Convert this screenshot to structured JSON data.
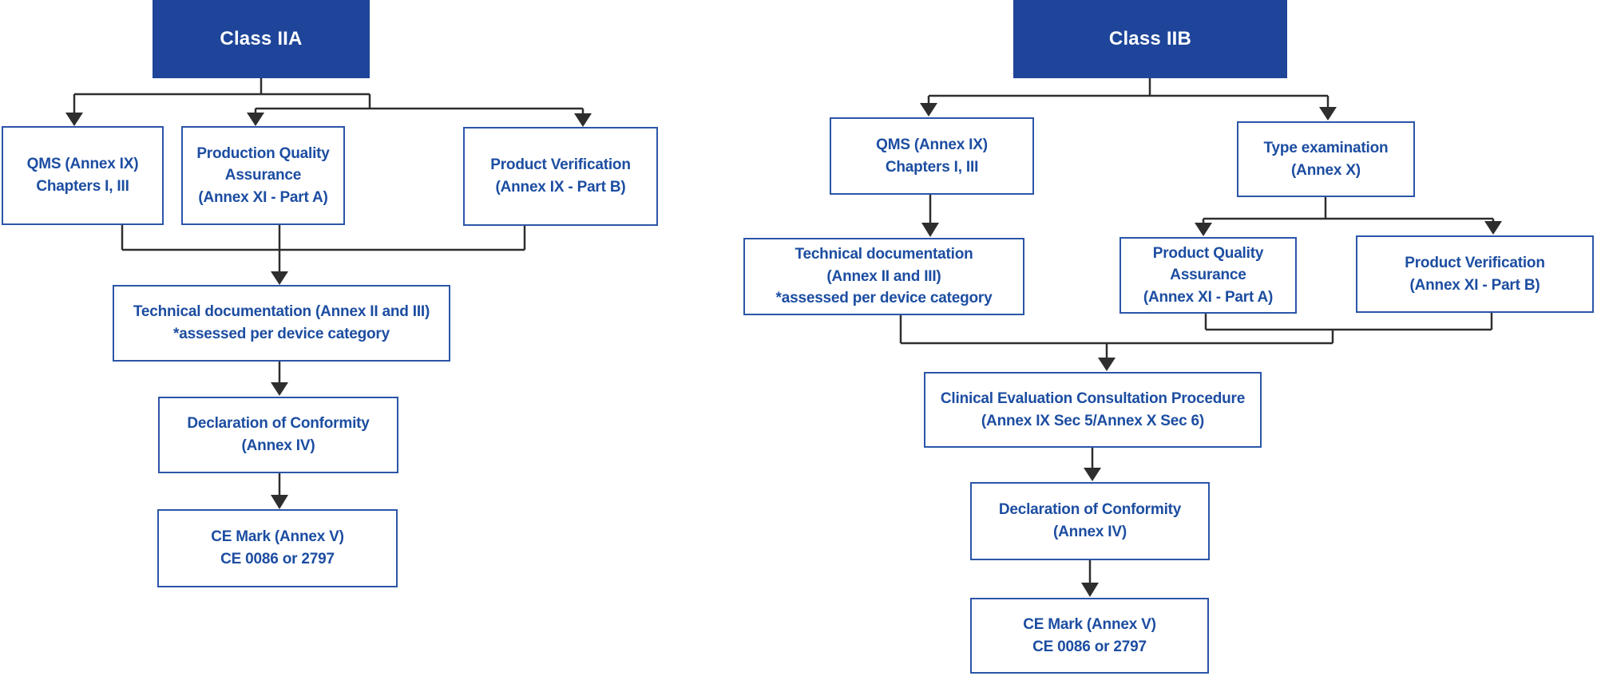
{
  "accent_colors": {
    "header_fill": "#1E4599",
    "box_border": "#2B55A8",
    "box_text": "#1C4DA1",
    "connector": "#2e2e2e"
  },
  "class_iia": {
    "title": "Class IIA",
    "qms": "QMS (Annex IX)\nChapters I, III",
    "production_quality_assurance": "Production Quality\nAssurance\n(Annex XI - Part A)",
    "product_verification": "Product Verification\n(Annex IX - Part B)",
    "technical_documentation": "Technical documentation (Annex II and III)\n*assessed per device category",
    "declaration_of_conformity": "Declaration of Conformity\n(Annex IV)",
    "ce_mark": "CE Mark (Annex V)\nCE 0086 or 2797"
  },
  "class_iib": {
    "title": "Class IIB",
    "qms": "QMS (Annex IX)\nChapters I, III",
    "type_examination": "Type examination\n(Annex X)",
    "technical_documentation": "Technical documentation\n(Annex II and III)\n*assessed per device category",
    "product_quality_assurance": "Product Quality\nAssurance\n(Annex XI - Part A)",
    "product_verification": "Product Verification\n(Annex XI - Part B)",
    "clinical_evaluation": "Clinical Evaluation Consultation Procedure\n(Annex IX Sec 5/Annex X Sec 6)",
    "declaration_of_conformity": "Declaration of Conformity\n(Annex IV)",
    "ce_mark": "CE Mark (Annex V)\nCE 0086 or 2797"
  }
}
